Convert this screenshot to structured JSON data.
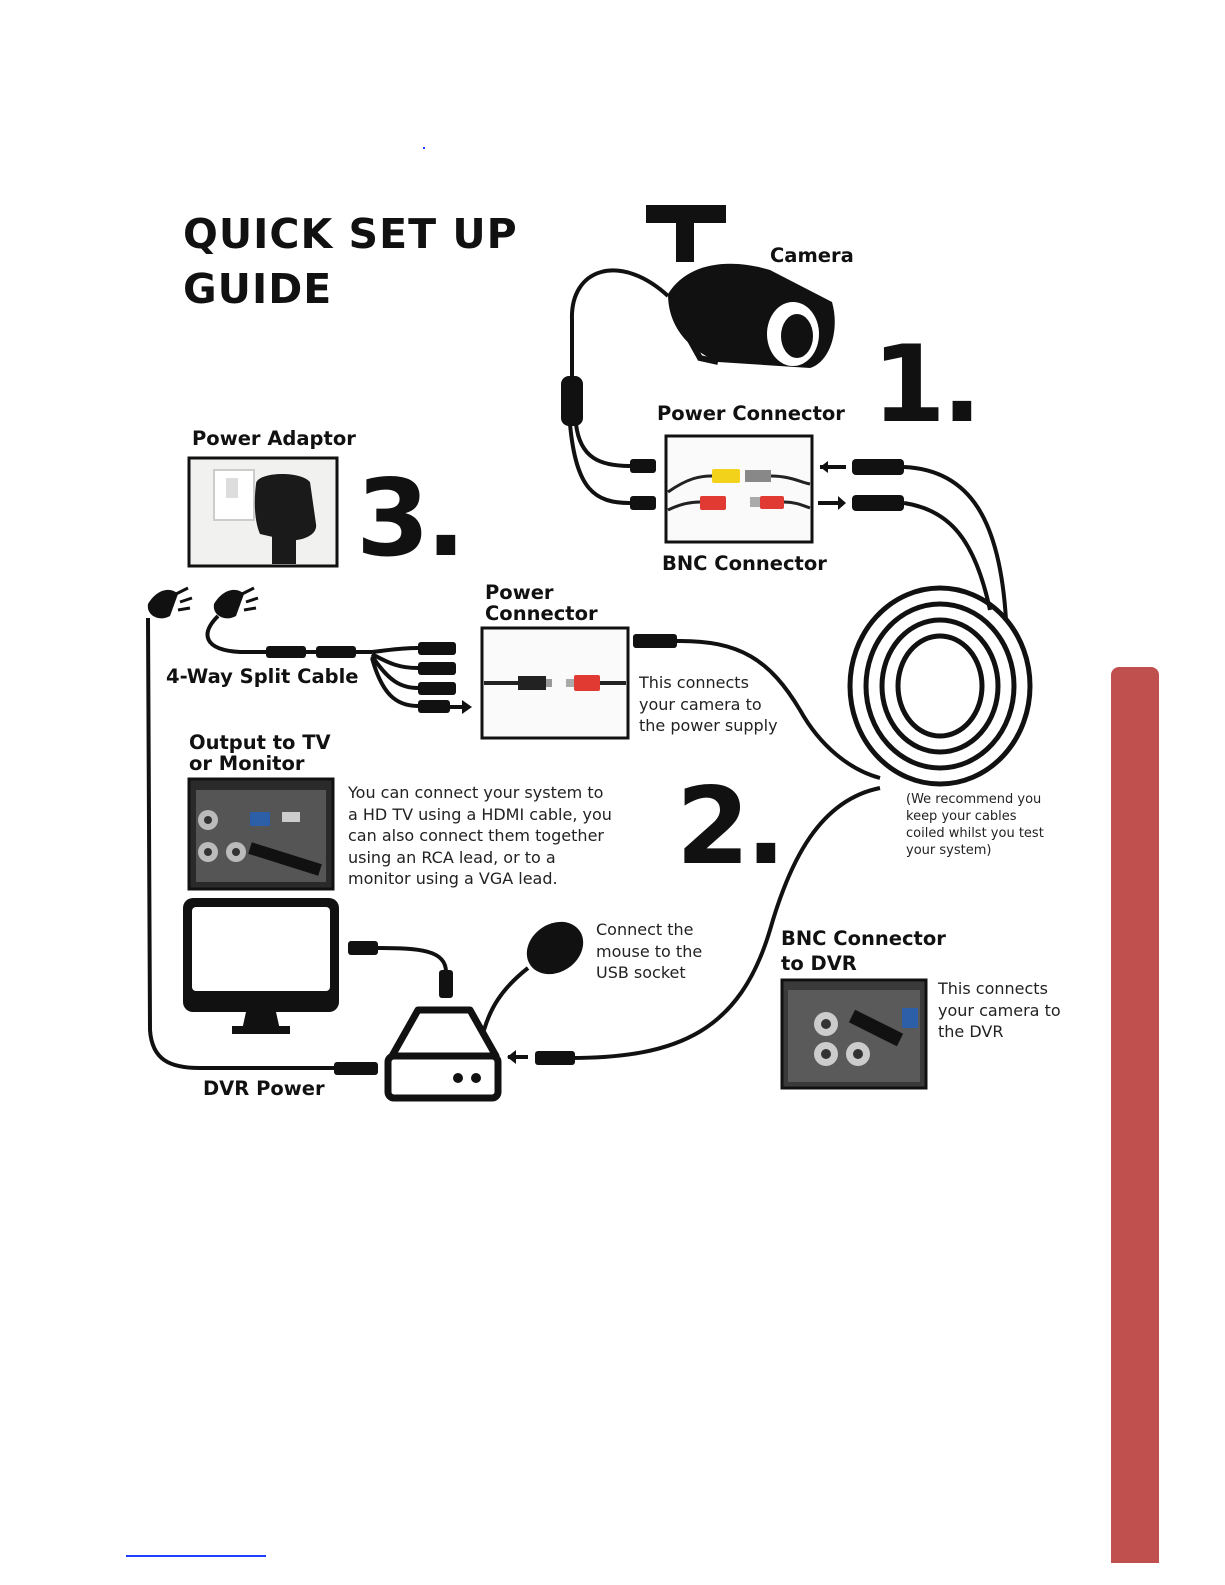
{
  "title": {
    "line1": "QUICK SET UP",
    "line2": "GUIDE"
  },
  "steps": {
    "one": "1.",
    "two": "2.",
    "three": "3."
  },
  "labels": {
    "camera": "Camera",
    "power_connector_top": "Power Connector",
    "bnc_connector_top": "BNC Connector",
    "power_adaptor": "Power Adaptor",
    "power_connector_mid_1": "Power",
    "power_connector_mid_2": "Connector",
    "split_cable": "4-Way Split Cable",
    "output_tv_1": "Output to TV",
    "output_tv_2": "or Monitor",
    "bnc_dvr_1": "BNC Connector",
    "bnc_dvr_2": "to DVR",
    "dvr_power": "DVR Power"
  },
  "notes": {
    "power_supply": [
      "This connects",
      "your camera to",
      "the power supply"
    ],
    "tv_connect": [
      "You can connect your system to",
      "a HD TV using a HDMI cable,  you",
      "can also connect them together",
      "using an RCA lead, or to a",
      "monitor using a VGA lead."
    ],
    "coil": [
      "(We recommend you",
      "keep your cables",
      "coiled whilst you test",
      "your system)"
    ],
    "mouse": [
      "Connect the",
      "mouse to the",
      "USB socket"
    ],
    "dvr_connect": [
      "This connects",
      "your camera to",
      "the DVR"
    ]
  },
  "colors": {
    "accent_tab": "#c0504d",
    "ink": "#111111",
    "link_line": "#1f3fff",
    "connector_yellow": "#f2d21b",
    "connector_red": "#e03a32"
  },
  "icons": [
    "camera-icon",
    "plug-icon",
    "monitor-icon",
    "dvr-icon",
    "mouse-icon",
    "cable-coil-icon"
  ]
}
